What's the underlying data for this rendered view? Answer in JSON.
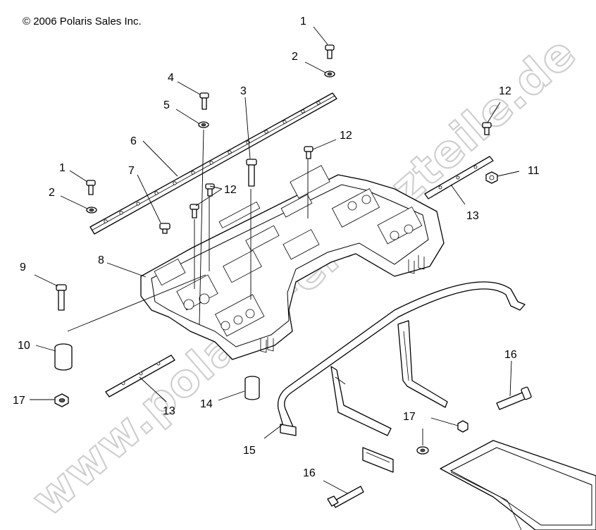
{
  "copyright": "© 2006 Polaris Sales Inc.",
  "watermark": "www.polaris-ersatzteile.de",
  "callouts": {
    "c1_top": "1",
    "c2_top": "2",
    "c3": "3",
    "c4": "4",
    "c5": "5",
    "c6": "6",
    "c7": "7",
    "c1_left": "1",
    "c2_left": "2",
    "c12_mid": "12",
    "c12_top": "12",
    "c12_right": "12",
    "c11": "11",
    "c13_right": "13",
    "c8": "8",
    "c9": "9",
    "c10": "10",
    "c17_left": "17",
    "c13_left": "13",
    "c14": "14",
    "c15": "15",
    "c16_right": "16",
    "c17_right": "17",
    "c16_bottom": "16"
  }
}
